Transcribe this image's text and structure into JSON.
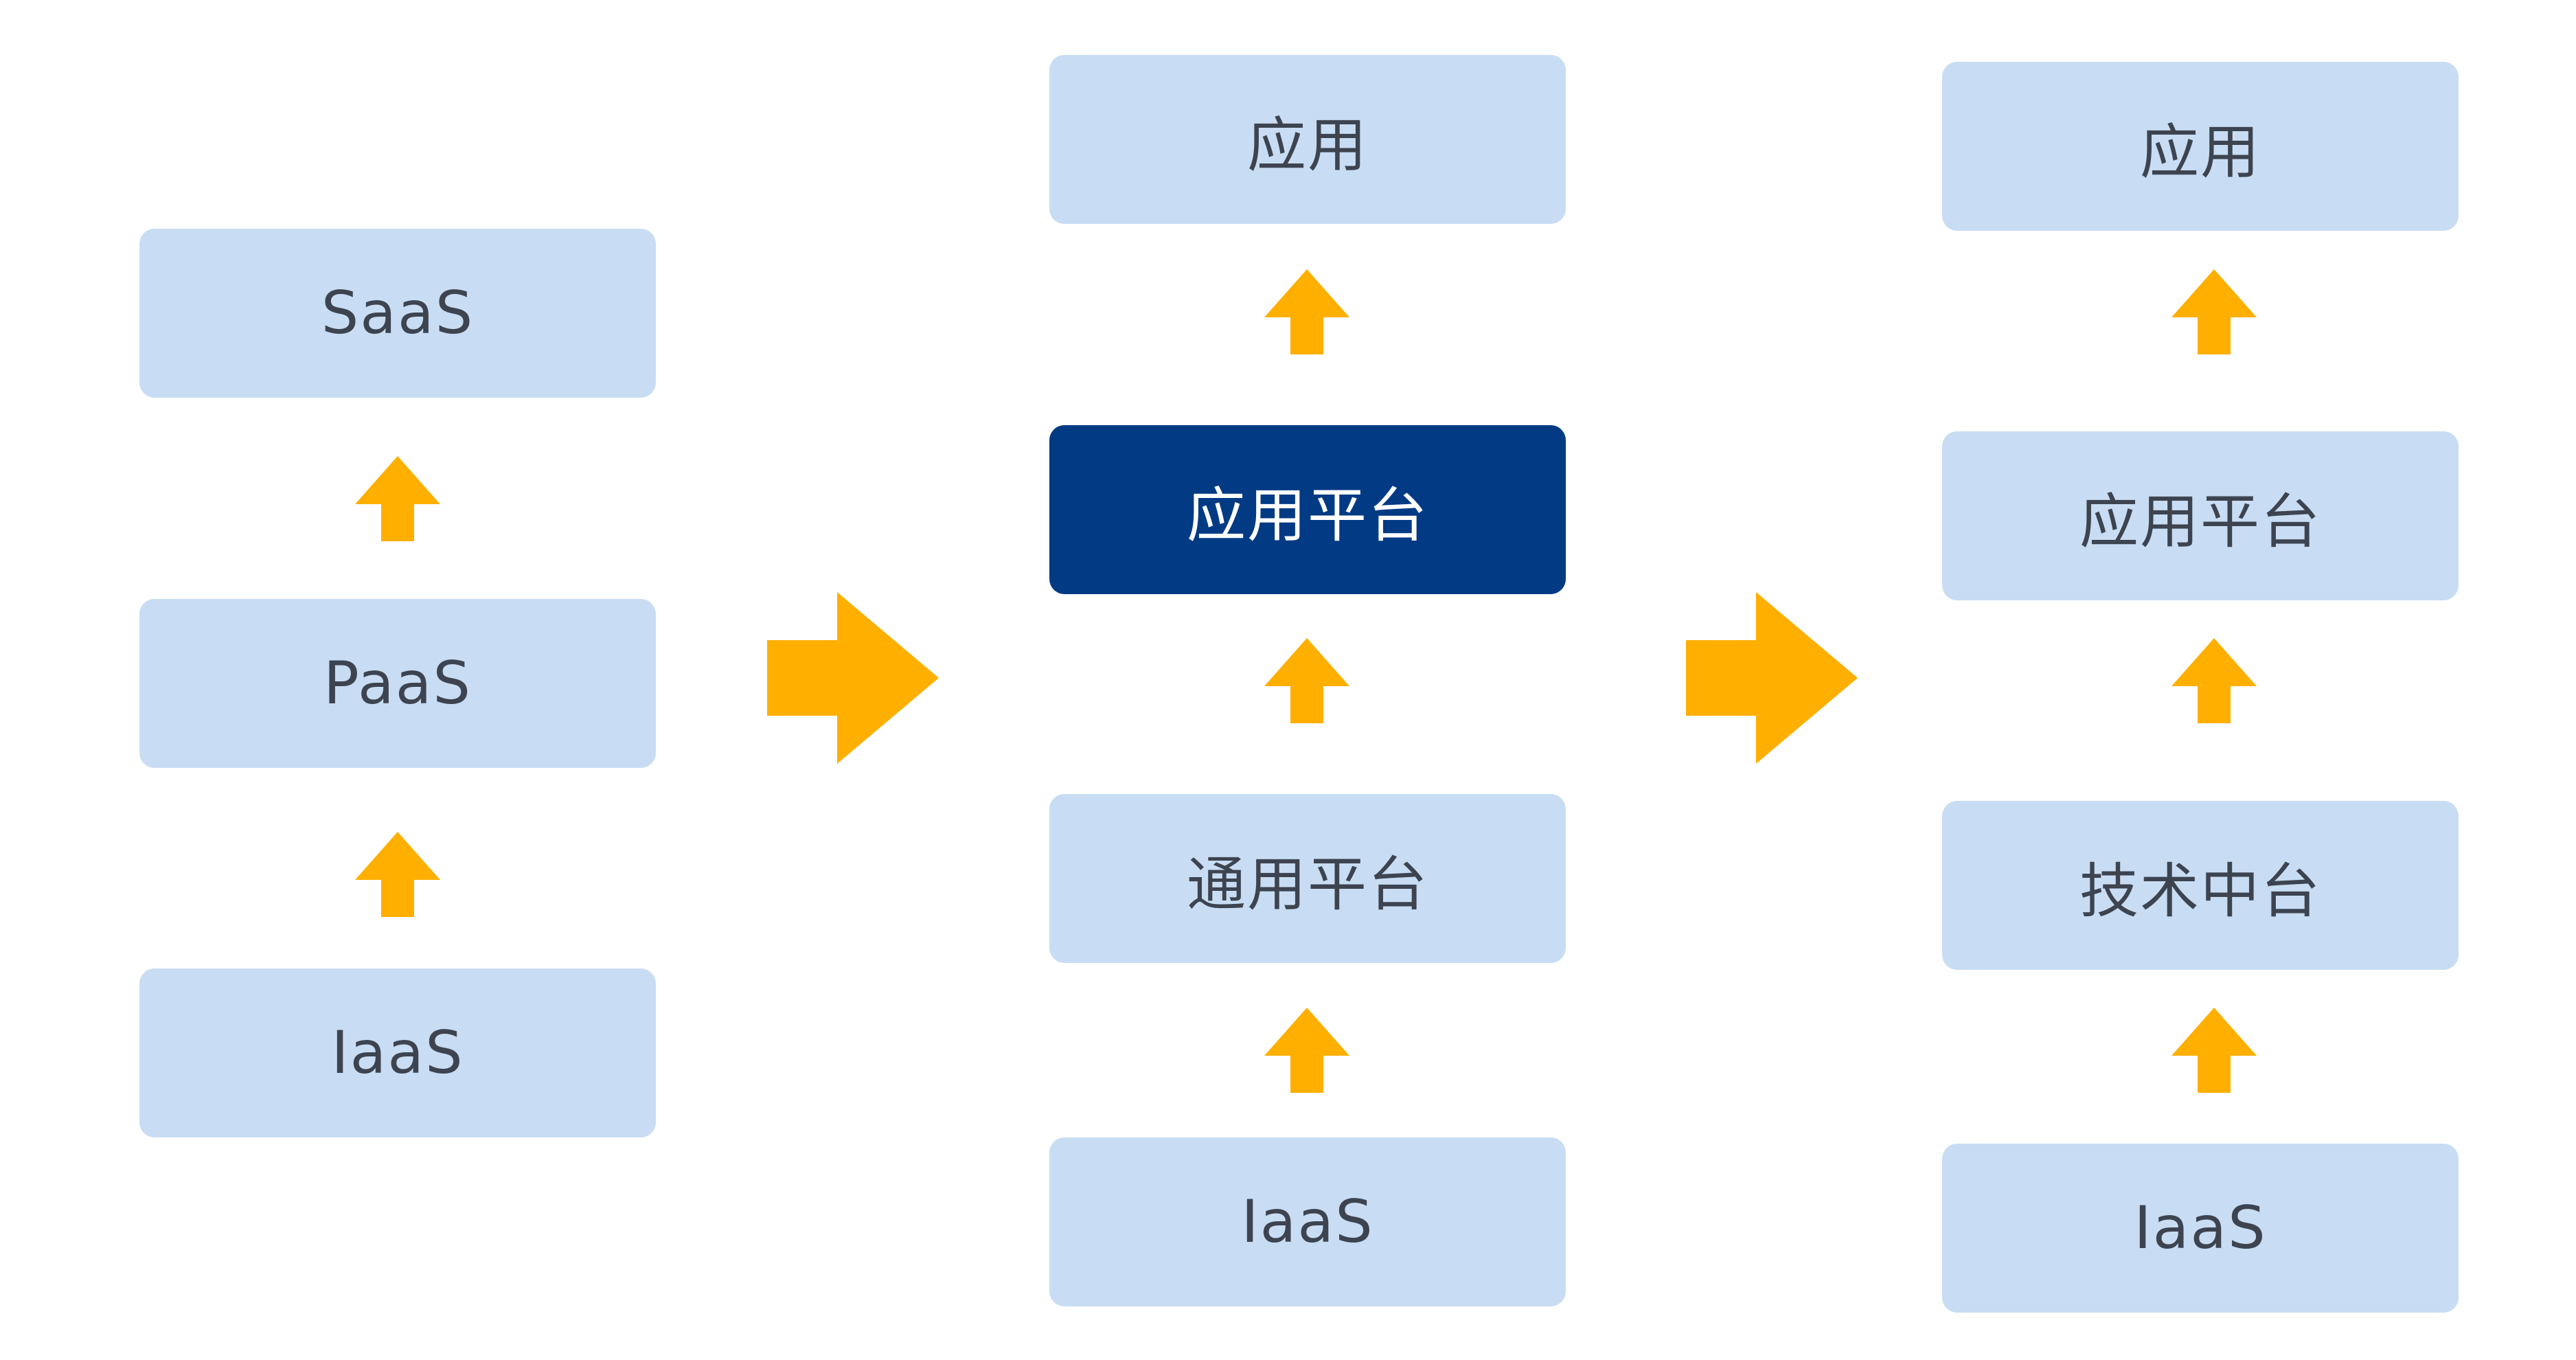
{
  "colors": {
    "box_fill": "#c8ddf3",
    "box_highlight_fill": "#023a84",
    "arrow": "#ffaf00",
    "text": "#3d4450",
    "text_on_highlight": "#ffffff"
  },
  "columns": [
    {
      "boxes": [
        {
          "label": "SaaS",
          "highlight": false
        },
        {
          "label": "PaaS",
          "highlight": false
        },
        {
          "label": "IaaS",
          "highlight": false
        }
      ]
    },
    {
      "boxes": [
        {
          "label": "应用",
          "highlight": false
        },
        {
          "label": "应用平台",
          "highlight": true
        },
        {
          "label": "通用平台",
          "highlight": false
        },
        {
          "label": "IaaS",
          "highlight": false
        }
      ]
    },
    {
      "boxes": [
        {
          "label": "应用",
          "highlight": false
        },
        {
          "label": "应用平台",
          "highlight": false
        },
        {
          "label": "技术中台",
          "highlight": false
        },
        {
          "label": "IaaS",
          "highlight": false
        }
      ]
    }
  ]
}
